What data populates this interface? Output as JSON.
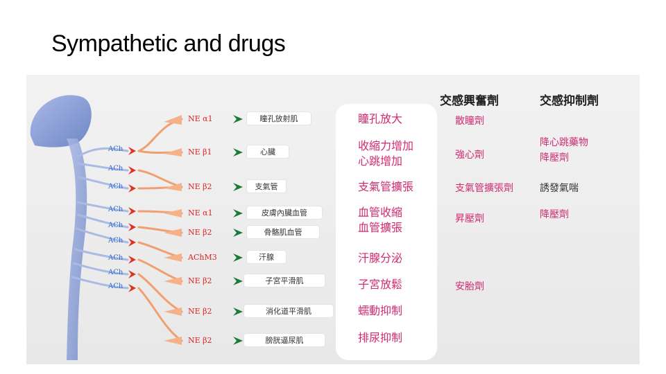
{
  "title": "Sympathetic and drugs",
  "column_headers": {
    "stimulant": "交感興奮劑",
    "inhibitor": "交感抑制劑"
  },
  "ach_labels": [
    "ACh",
    "ACh",
    "ACh",
    "ACh",
    "ACh",
    "ACh",
    "ACh",
    "ACh",
    "ACh"
  ],
  "rows": [
    {
      "receptor": "NE α1",
      "target": "瞳孔放射肌",
      "effect": [
        "瞳孔放大"
      ]
    },
    {
      "receptor": "NE β1",
      "target": "心臟",
      "effect": [
        "收縮力增加",
        "心跳增加"
      ]
    },
    {
      "receptor": "NE β2",
      "target": "支氣管",
      "effect": [
        "支氣管擴張"
      ]
    },
    {
      "receptor": "NE α1",
      "target": "皮膚內臟血管",
      "effect": [
        "血管收縮"
      ]
    },
    {
      "receptor": "NE β2",
      "target": "骨骼肌血管",
      "effect": [
        "血管擴張"
      ]
    },
    {
      "receptor": "AChM3",
      "target": "汗腺",
      "effect": [
        "汗腺分泌"
      ]
    },
    {
      "receptor": "NE β2",
      "target": "子宮平滑肌",
      "effect": [
        "子宮放鬆"
      ]
    },
    {
      "receptor": "NE β2",
      "target": "消化道平滑肌",
      "effect": [
        "蠕動抑制"
      ]
    },
    {
      "receptor": "NE β2",
      "target": "膀胱逼尿肌",
      "effect": [
        "排尿抑制"
      ]
    }
  ],
  "stimulant_drugs": {
    "pupil": "散瞳劑",
    "heart": "強心劑",
    "bronchus": "支氣管擴張劑",
    "vessel": "昇壓劑",
    "uterus": "安胎劑"
  },
  "inhibitor_drugs": {
    "heart": [
      "降心跳藥物",
      "降壓劑"
    ],
    "bronchus": "誘發氣喘",
    "vessel": "降壓劑"
  },
  "colors": {
    "effect_text": "#d22a70",
    "neuron": "#f0a070",
    "ach_arrow": "#dd3322",
    "ne_arrow": "#1a7a3a",
    "cns": "#8aa2d8"
  }
}
